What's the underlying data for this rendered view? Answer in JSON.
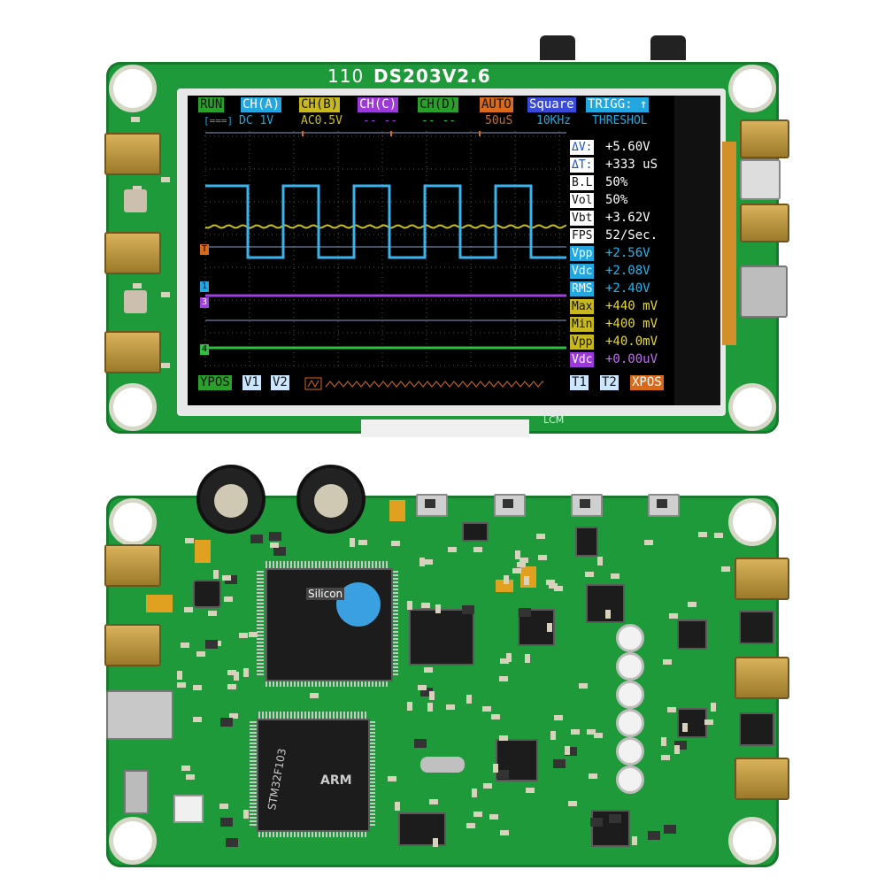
{
  "board_title": "DS203V2.6",
  "board_mark": "110",
  "lcm_label": "LCM",
  "status_bar": [
    {
      "label": "RUN",
      "bg": "#2aa02a",
      "fg": "#111111"
    },
    {
      "label": "CH(A)",
      "bg": "#22a7e0",
      "fg": "#ffffff"
    },
    {
      "label": "CH(B)",
      "bg": "#c8b820",
      "fg": "#111111"
    },
    {
      "label": "CH(C)",
      "bg": "#9b3ad8",
      "fg": "#ffffff"
    },
    {
      "label": "CH(D)",
      "bg": "#2aa02a",
      "fg": "#111111"
    },
    {
      "label": "AUTO",
      "bg": "#d86a1e",
      "fg": "#111111"
    },
    {
      "label": "Square",
      "bg": "#3a4ad8",
      "fg": "#ffffff"
    },
    {
      "label": "TRIGG: ↑",
      "bg": "#22a7e0",
      "fg": "#ffffff"
    }
  ],
  "info_bar": {
    "dc": "DC 1V",
    "ac": "AC0.5V",
    "c_dashes": "-- --",
    "d_dashes": "-- --",
    "time": "50uS",
    "freq": "10KHz",
    "threshold": "THRESHOL"
  },
  "measurements": [
    {
      "key": "ΔV:",
      "value": "+5.60V",
      "key_bg": "#ffffff",
      "key_fg": "#2050c0",
      "val_fg": "#ffffff"
    },
    {
      "key": "ΔT:",
      "value": "+333 uS",
      "key_bg": "#ffffff",
      "key_fg": "#2050c0",
      "val_fg": "#ffffff"
    },
    {
      "key": "B.L",
      "value": "50%",
      "key_bg": "#ffffff",
      "key_fg": "#111111",
      "val_fg": "#ffffff"
    },
    {
      "key": "Vol",
      "value": "50%",
      "key_bg": "#ffffff",
      "key_fg": "#111111",
      "val_fg": "#ffffff"
    },
    {
      "key": "Vbt",
      "value": "+3.62V",
      "key_bg": "#ffffff",
      "key_fg": "#111111",
      "val_fg": "#ffffff"
    },
    {
      "key": "FPS",
      "value": "52/Sec.",
      "key_bg": "#ffffff",
      "key_fg": "#111111",
      "val_fg": "#ffffff"
    },
    {
      "key": "Vpp",
      "value": "+2.56V",
      "key_bg": "#22a7e0",
      "key_fg": "#ffffff",
      "val_fg": "#22b7f0"
    },
    {
      "key": "Vdc",
      "value": "+2.08V",
      "key_bg": "#22a7e0",
      "key_fg": "#ffffff",
      "val_fg": "#22b7f0"
    },
    {
      "key": "RMS",
      "value": "+2.40V",
      "key_bg": "#22a7e0",
      "key_fg": "#ffffff",
      "val_fg": "#22b7f0"
    },
    {
      "key": "Max",
      "value": "+440 mV",
      "key_bg": "#c8b820",
      "key_fg": "#111111",
      "val_fg": "#e6d830"
    },
    {
      "key": "Min",
      "value": "+400 mV",
      "key_bg": "#c8b820",
      "key_fg": "#111111",
      "val_fg": "#e6d830"
    },
    {
      "key": "Vpp",
      "value": "+40.0mV",
      "key_bg": "#c8b820",
      "key_fg": "#111111",
      "val_fg": "#e6d830"
    },
    {
      "key": "Vdc",
      "value": "+0.00uV",
      "key_bg": "#9b3ad8",
      "key_fg": "#ffffff",
      "val_fg": "#c070f0"
    }
  ],
  "bottom_bar": {
    "ypos": "YPOS",
    "v1": "V1",
    "v2": "V2",
    "t1": "T1",
    "t2": "T2",
    "xpos": "XPOS"
  },
  "markers": {
    "t": "T",
    "ch1": "1",
    "ch3": "3",
    "ch4": "4"
  },
  "chip_labels": {
    "fpga_brand": "Silicon",
    "mcu": "STM32F103",
    "mcu_brand": "ARM"
  },
  "colors": {
    "pcb": "#1f9a3a",
    "ch_a": "#3ab4f0",
    "ch_b": "#c8c020",
    "ch_c": "#a040e0",
    "ch_d": "#30c040",
    "ref": "#d86a1e"
  }
}
